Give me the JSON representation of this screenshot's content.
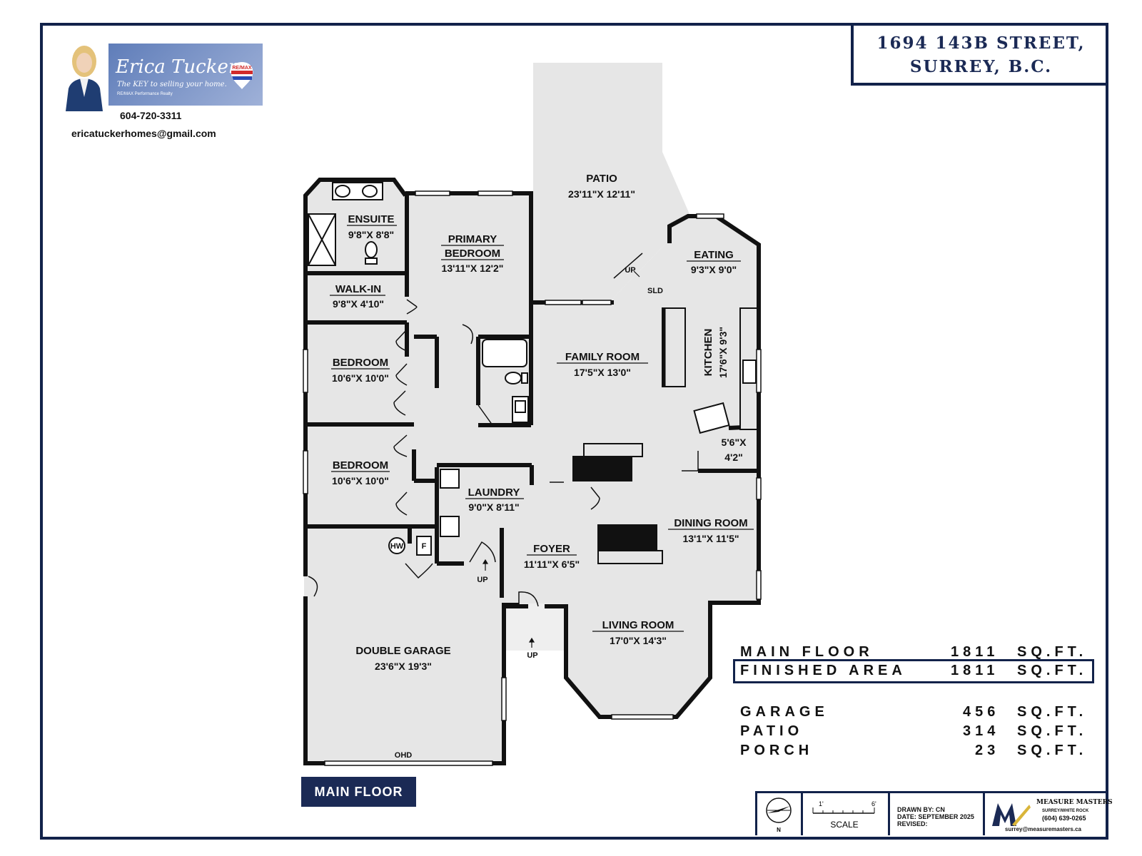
{
  "address": {
    "line1": "1694 143B STREET,",
    "line2": "SURREY, B.C."
  },
  "agent": {
    "name": "Erica Tucker",
    "tagline": "The KEY to selling your home.",
    "company": "RE/MAX Performance Realty",
    "brand": "RE/MAX",
    "phone": "604-720-3311",
    "email": "ericatuckerhomes@gmail.com"
  },
  "rooms": {
    "patio": {
      "name": "PATIO",
      "dims": "23'11\"X 12'11\""
    },
    "ensuite": {
      "name": "ENSUITE",
      "dims": "9'8\"X 8'8\""
    },
    "primary_bedroom": {
      "name1": "PRIMARY",
      "name2": "BEDROOM",
      "dims": "13'11\"X 12'2\""
    },
    "walk_in": {
      "name": "WALK-IN",
      "dims": "9'8\"X 4'10\""
    },
    "eating": {
      "name": "EATING",
      "dims": "9'3\"X 9'0\""
    },
    "kitchen": {
      "name": "KITCHEN",
      "dims": "17'6\"X 9'3\""
    },
    "family_room": {
      "name": "FAMILY ROOM",
      "dims": "17'5\"X 13'0\""
    },
    "bedroom_1": {
      "name": "BEDROOM",
      "dims": "10'6\"X 10'0\""
    },
    "bedroom_2": {
      "name": "BEDROOM",
      "dims": "10'6\"X 10'0\""
    },
    "pantry": {
      "dims1": "5'6\"X",
      "dims2": "4'2\""
    },
    "laundry": {
      "name": "LAUNDRY",
      "dims": "9'0\"X 8'11\""
    },
    "dining_room": {
      "name": "DINING ROOM",
      "dims": "13'1\"X 11'5\""
    },
    "foyer": {
      "name": "FOYER",
      "dims": "11'11\"X 6'5\""
    },
    "living_room": {
      "name": "LIVING ROOM",
      "dims": "17'0\"X 14'3\""
    },
    "double_garage": {
      "name": "DOUBLE GARAGE",
      "dims": "23'6\"X 19'3\""
    }
  },
  "labels": {
    "up": "UP",
    "sld": "SLD",
    "ohd": "OHD",
    "hw": "HW",
    "f": "F"
  },
  "areas": [
    {
      "label": "MAIN FLOOR",
      "value": "1811",
      "unit": "SQ.FT."
    },
    {
      "label": "FINISHED AREA",
      "value": "1811",
      "unit": "SQ.FT."
    },
    {
      "label": "GARAGE",
      "value": "456",
      "unit": "SQ.FT."
    },
    {
      "label": "PATIO",
      "value": "314",
      "unit": "SQ.FT."
    },
    {
      "label": "PORCH",
      "value": "23",
      "unit": "SQ.FT."
    }
  ],
  "floor_tag": "MAIN FLOOR",
  "title_block": {
    "north": "N",
    "scale_label": "SCALE",
    "scale_start": "1'",
    "scale_end": "6'",
    "drawn_by": "DRAWN BY: CN",
    "date": "DATE: SEPTEMBER 2025",
    "revised": "REVISED:",
    "company": "MEASURE MASTERS",
    "company_area": "SURREY/WHITE ROCK",
    "company_phone": "(604) 639-0265",
    "company_email": "surrey@measuremasters.ca"
  },
  "colors": {
    "frame": "#12224a",
    "floor_fill": "#e6e6e6",
    "wall": "#111111",
    "accent": "#1b2a55"
  }
}
